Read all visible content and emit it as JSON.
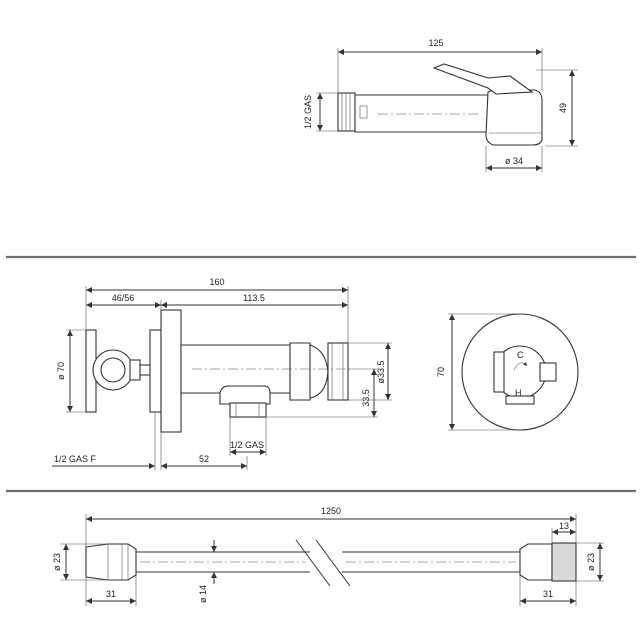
{
  "colors": {
    "line": "#333333",
    "separator": "#6e6e6e",
    "background": "#ffffff"
  },
  "handshower": {
    "length": "125",
    "height": "49",
    "diameter": "ø 34",
    "thread": "1/2 GAS"
  },
  "valve": {
    "overall": "160",
    "wall_range": "46/56",
    "body_length": "113.5",
    "rosette_diameter": "ø 70",
    "outlet_diameter": "ø33.5",
    "outlet_height": "33.5",
    "inlet_thread": "1/2 GAS F",
    "outlet_thread": "1/2 GAS",
    "outlet_offset": "52",
    "front_height": "70",
    "dial_c": "C",
    "dial_h": "H"
  },
  "hose": {
    "length": "1250",
    "nut_length": "13",
    "end_diameter_left": "ø 23",
    "end_diameter_right": "ø 23",
    "hose_diameter": "ø 14",
    "end_length_left": "31",
    "end_length_right": "31"
  }
}
